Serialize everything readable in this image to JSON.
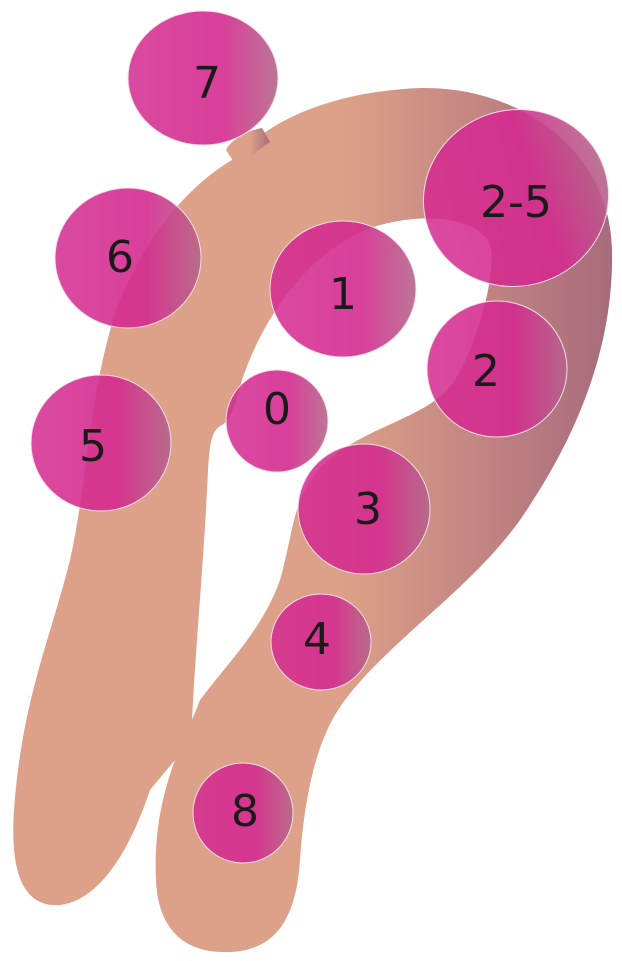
{
  "colors": {
    "background": "#ffffff",
    "body_light": "#dda088",
    "body_dark": "#a86b7c",
    "marker_fill": "#d42a8f",
    "marker_fade": "#b5668a",
    "marker_stroke": "#f3dde8",
    "label": "#1a1a1a"
  },
  "markers": [
    {
      "id": "7",
      "label": "7"
    },
    {
      "id": "2-5",
      "label": "2-5"
    },
    {
      "id": "6",
      "label": "6"
    },
    {
      "id": "1",
      "label": "1"
    },
    {
      "id": "2",
      "label": "2"
    },
    {
      "id": "0",
      "label": "0"
    },
    {
      "id": "5",
      "label": "5"
    },
    {
      "id": "3",
      "label": "3"
    },
    {
      "id": "4",
      "label": "4"
    },
    {
      "id": "8",
      "label": "8"
    }
  ]
}
